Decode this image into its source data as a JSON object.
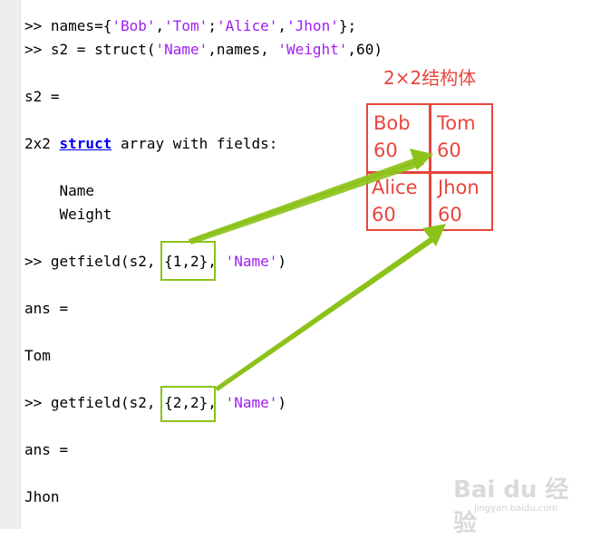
{
  "console": {
    "line1": {
      "prompt": ">> names={",
      "s1": "'Bob'",
      "c1": ",",
      "s2": "'Tom'",
      "c2": ";",
      "s3": "'Alice'",
      "c3": ",",
      "s4": "'Jhon'",
      "end": "};"
    },
    "line2": {
      "pre": ">> s2 = struct(",
      "s1": "'Name'",
      "mid": ",names, ",
      "s2": "'Weight'",
      "end": ",60)"
    },
    "line3": "s2 =",
    "line4": {
      "pre": "2x2 ",
      "link": "struct",
      "post": " array with fields:"
    },
    "field1": "    Name",
    "field2": "    Weight",
    "cmd1": {
      "pre": ">> getfield(s2, ",
      "idx": "{1,2}",
      "mid": ", ",
      "str": "'Name'",
      "end": ")"
    },
    "ans1_label": "ans =",
    "ans1_value": "Tom",
    "cmd2": {
      "pre": ">> getfield(s2, ",
      "idx": "{2,2}",
      "mid": ", ",
      "str": "'Name'",
      "end": ")"
    },
    "ans2_label": "ans =",
    "ans2_value": "Jhon"
  },
  "diagram": {
    "title": "2×2结构体",
    "cells": [
      {
        "name": "Bob",
        "weight": "60"
      },
      {
        "name": "Tom",
        "weight": "60"
      },
      {
        "name": "Alice",
        "weight": "60"
      },
      {
        "name": "Jhon",
        "weight": "60"
      }
    ]
  },
  "watermark": {
    "logo": "Bai du 经验",
    "url": "jingyan.baidu.com"
  },
  "colors": {
    "string": "#a020f0",
    "link": "#0000ee",
    "annotation_red": "#e8453c",
    "annotation_green": "#8cc21a",
    "gutter": "#eeeeee"
  },
  "icons": [
    "arrow-icon"
  ]
}
